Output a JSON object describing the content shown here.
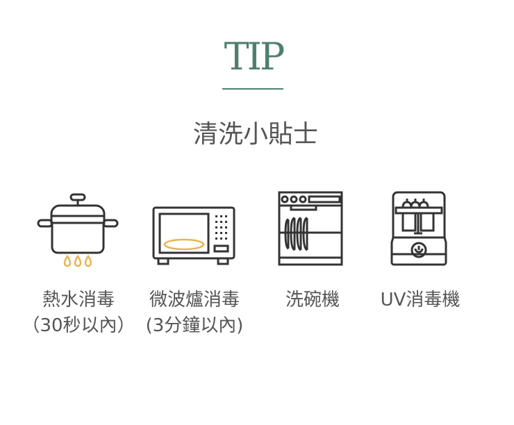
{
  "header": {
    "title": "TIP",
    "subtitle": "清洗小貼士"
  },
  "colors": {
    "accent": "#4f7f6c",
    "icon_stroke": "#333333",
    "highlight": "#e8b454",
    "text": "#555555"
  },
  "methods": [
    {
      "icon": "pot-icon",
      "label": "熱水消毒",
      "note": "（30秒以內）"
    },
    {
      "icon": "microwave-icon",
      "label": "微波爐消毒",
      "note": "(3分鐘以內)"
    },
    {
      "icon": "dishwasher-icon",
      "label": "洗碗機"
    },
    {
      "icon": "uv-sterilizer-icon",
      "label": "UV消毒機"
    }
  ]
}
